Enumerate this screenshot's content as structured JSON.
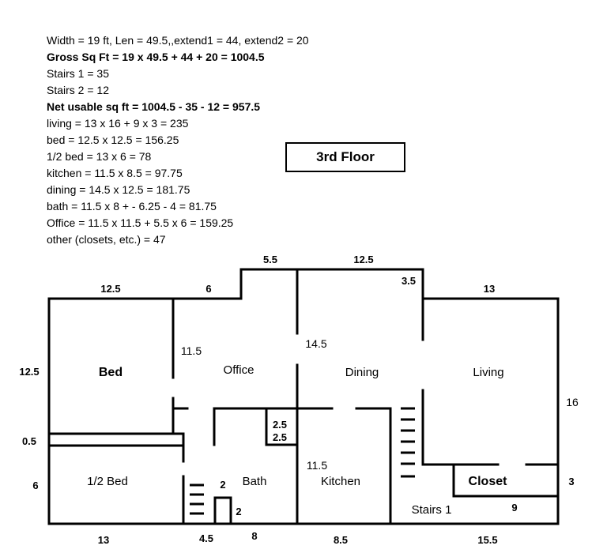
{
  "notes": [
    {
      "text": "Width = 19 ft, Len = 49.5,,extend1 = 44, extend2 = 20",
      "bold": false
    },
    {
      "text": "Gross Sq Ft = 19 x 49.5 + 44 + 20 = 1004.5",
      "bold": true
    },
    {
      "text": "Stairs 1 = 35",
      "bold": false
    },
    {
      "text": "Stairs 2 = 12",
      "bold": false
    },
    {
      "text": "Net usable sq ft = 1004.5 - 35 - 12 = 957.5",
      "bold": true
    },
    {
      "text": "living = 13 x 16 + 9 x 3 = 235",
      "bold": false
    },
    {
      "text": "bed = 12.5 x 12.5 = 156.25",
      "bold": false
    },
    {
      "text": "1/2 bed = 13 x 6 = 78",
      "bold": false
    },
    {
      "text": "kitchen = 11.5 x 8.5 = 97.75",
      "bold": false
    },
    {
      "text": "dining = 14.5 x 12.5 = 181.75",
      "bold": false
    },
    {
      "text": "bath = 11.5 x 8 + - 6.25 - 4 = 81.75",
      "bold": false
    },
    {
      "text": "Office = 11.5 x 11.5 + 5.5 x 6 = 159.25",
      "bold": false
    },
    {
      "text": "other (closets, etc.) = 47",
      "bold": false
    }
  ],
  "floor_label": "3rd Floor",
  "rooms": {
    "bed": "Bed",
    "office": "Office",
    "dining": "Dining",
    "living": "Living",
    "half_bed": "1/2 Bed",
    "bath": "Bath",
    "kitchen": "Kitchen",
    "closet": "Closet",
    "stairs1": "Stairs 1"
  },
  "dims": {
    "top_5_5": "5.5",
    "top_12_5_right": "12.5",
    "top_12_5_left": "12.5",
    "top_6": "6",
    "top_3_5": "3.5",
    "top_13": "13",
    "office_11_5": "11.5",
    "dining_14_5": "14.5",
    "left_12_5": "12.5",
    "left_0_5": "0.5",
    "left_6": "6",
    "right_16": "16",
    "right_3": "3",
    "closet_9": "9",
    "bath_2_5_a": "2.5",
    "bath_2_5_b": "2.5",
    "kitchen_11_5": "11.5",
    "stair_2_a": "2",
    "stair_2_b": "2",
    "bottom_13": "13",
    "bottom_4_5": "4.5",
    "bottom_8": "8",
    "bottom_8_5": "8.5",
    "bottom_15_5": "15.5"
  }
}
